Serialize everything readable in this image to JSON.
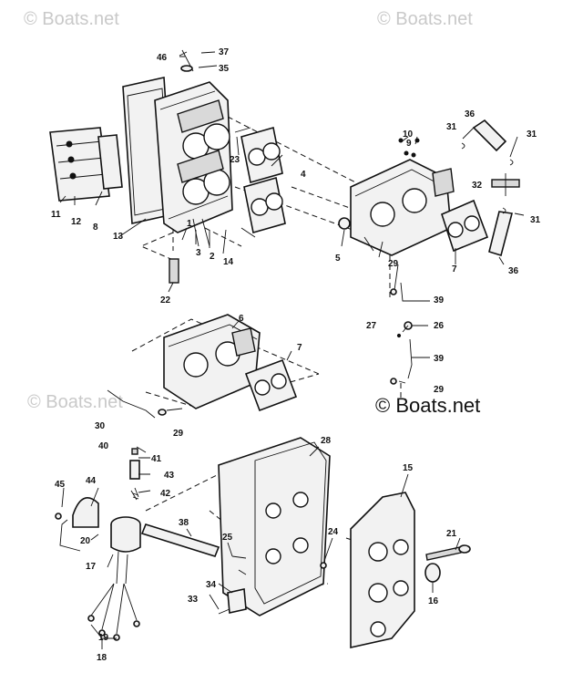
{
  "watermarks": {
    "top_left": "© Boats.net",
    "top_right": "© Boats.net",
    "mid_left": "© Boats.net",
    "main": "© Boats.net"
  },
  "callouts": [
    {
      "id": "c1",
      "text": "1"
    },
    {
      "id": "c2",
      "text": "2"
    },
    {
      "id": "c3",
      "text": "3"
    },
    {
      "id": "c4",
      "text": "4"
    },
    {
      "id": "c5",
      "text": "5"
    },
    {
      "id": "c6",
      "text": "6"
    },
    {
      "id": "c7a",
      "text": "7"
    },
    {
      "id": "c7b",
      "text": "7"
    },
    {
      "id": "c8",
      "text": "8"
    },
    {
      "id": "c9",
      "text": "9"
    },
    {
      "id": "c10",
      "text": "10"
    },
    {
      "id": "c11",
      "text": "11"
    },
    {
      "id": "c12",
      "text": "12"
    },
    {
      "id": "c13",
      "text": "13"
    },
    {
      "id": "c14",
      "text": "14"
    },
    {
      "id": "c15",
      "text": "15"
    },
    {
      "id": "c16",
      "text": "16"
    },
    {
      "id": "c17",
      "text": "17"
    },
    {
      "id": "c18",
      "text": "18"
    },
    {
      "id": "c19",
      "text": "19"
    },
    {
      "id": "c20",
      "text": "20"
    },
    {
      "id": "c21",
      "text": "21"
    },
    {
      "id": "c22",
      "text": "22"
    },
    {
      "id": "c23",
      "text": "23"
    },
    {
      "id": "c24",
      "text": "24"
    },
    {
      "id": "c25",
      "text": "25"
    },
    {
      "id": "c26",
      "text": "26"
    },
    {
      "id": "c27",
      "text": "27"
    },
    {
      "id": "c28",
      "text": "28"
    },
    {
      "id": "c29a",
      "text": "29"
    },
    {
      "id": "c29b",
      "text": "29"
    },
    {
      "id": "c29c",
      "text": "29"
    },
    {
      "id": "c30",
      "text": "30"
    },
    {
      "id": "c31a",
      "text": "31"
    },
    {
      "id": "c31b",
      "text": "31"
    },
    {
      "id": "c31c",
      "text": "31"
    },
    {
      "id": "c32",
      "text": "32"
    },
    {
      "id": "c33",
      "text": "33"
    },
    {
      "id": "c34",
      "text": "34"
    },
    {
      "id": "c35",
      "text": "35"
    },
    {
      "id": "c36a",
      "text": "36"
    },
    {
      "id": "c36b",
      "text": "36"
    },
    {
      "id": "c37",
      "text": "37"
    },
    {
      "id": "c38",
      "text": "38"
    },
    {
      "id": "c39a",
      "text": "39"
    },
    {
      "id": "c39b",
      "text": "39"
    },
    {
      "id": "c40",
      "text": "40"
    },
    {
      "id": "c41",
      "text": "41"
    },
    {
      "id": "c42",
      "text": "42"
    },
    {
      "id": "c43",
      "text": "43"
    },
    {
      "id": "c44",
      "text": "44"
    },
    {
      "id": "c45",
      "text": "45"
    },
    {
      "id": "c46",
      "text": "46"
    }
  ],
  "colors": {
    "ink": "#111111",
    "paper": "#ffffff",
    "watermark": "#c9c9c9"
  }
}
